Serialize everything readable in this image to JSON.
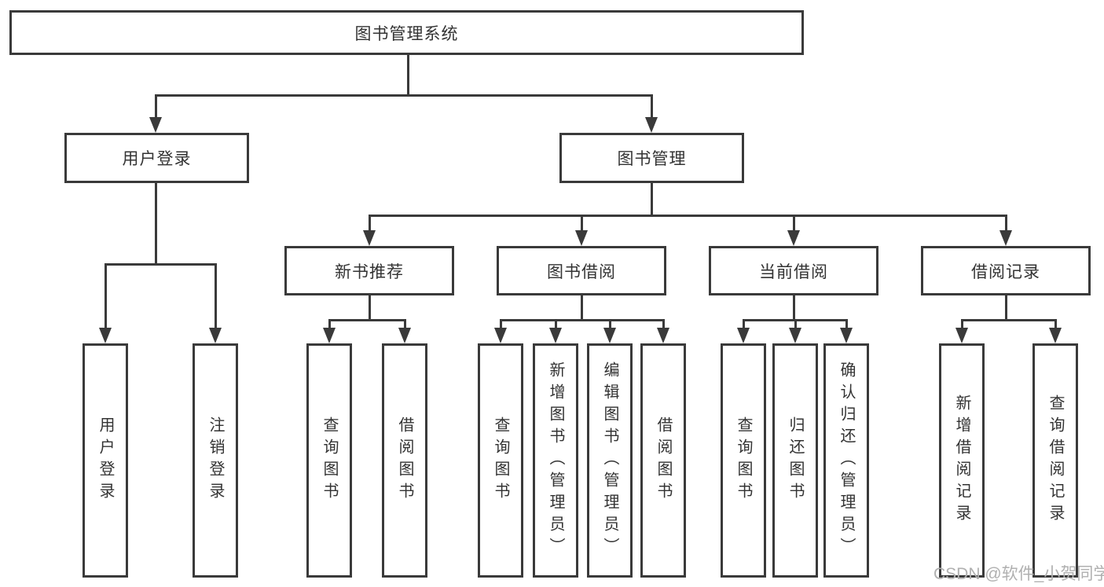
{
  "diagram": {
    "title": "图书管理系统",
    "children": [
      {
        "label": "用户登录",
        "children": [
          {
            "label": "用户登录"
          },
          {
            "label": "注销登录"
          }
        ]
      },
      {
        "label": "图书管理",
        "children": [
          {
            "label": "新书推荐",
            "children": [
              {
                "label": "查询图书"
              },
              {
                "label": "借阅图书"
              }
            ]
          },
          {
            "label": "图书借阅",
            "children": [
              {
                "label": "查询图书"
              },
              {
                "label": "新增图书（管理员）"
              },
              {
                "label": "编辑图书（管理员）"
              },
              {
                "label": "借阅图书"
              }
            ]
          },
          {
            "label": "当前借阅",
            "children": [
              {
                "label": "查询图书"
              },
              {
                "label": "归还图书"
              },
              {
                "label": "确认归还（管理员）"
              }
            ]
          },
          {
            "label": "借阅记录",
            "children": [
              {
                "label": "新增借阅记录"
              },
              {
                "label": "查询借阅记录"
              }
            ]
          }
        ]
      }
    ]
  },
  "watermark": {
    "text": "CSDN @软件_小贺同学"
  },
  "colors": {
    "line": "#3a3a3a",
    "text": "#333333",
    "watermark": "#b0b0b0",
    "background": "#ffffff"
  }
}
